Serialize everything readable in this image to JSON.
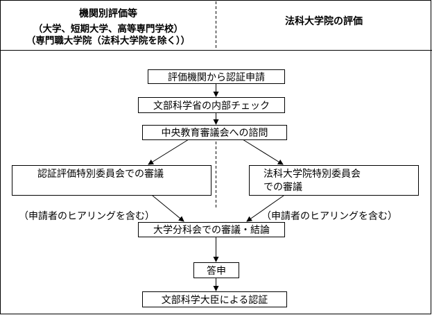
{
  "header": {
    "left_title": "機関別評価等",
    "left_sub_line1": "（大学、短期大学、高等専門学校）",
    "left_sub_line2": "（専門職大学院（法科大学院を除く））",
    "right_title": "法科大学院の評価"
  },
  "steps": {
    "apply": "評価機関から認証申請",
    "internal_check": "文部科学省の内部チェック",
    "consult": "中央教育審議会への諮問",
    "left_committee": [
      "認証評価特別委員会での審議"
    ],
    "right_committee": [
      "法科大学院特別委員会",
      "での審議"
    ],
    "note_left": "（申請者のヒアリングを含む）",
    "note_right": "（申請者のヒアリングを含む）",
    "subcommittee": "大学分科会での審議・結論",
    "report": "答申",
    "approval": "文部科学大臣による認証"
  }
}
